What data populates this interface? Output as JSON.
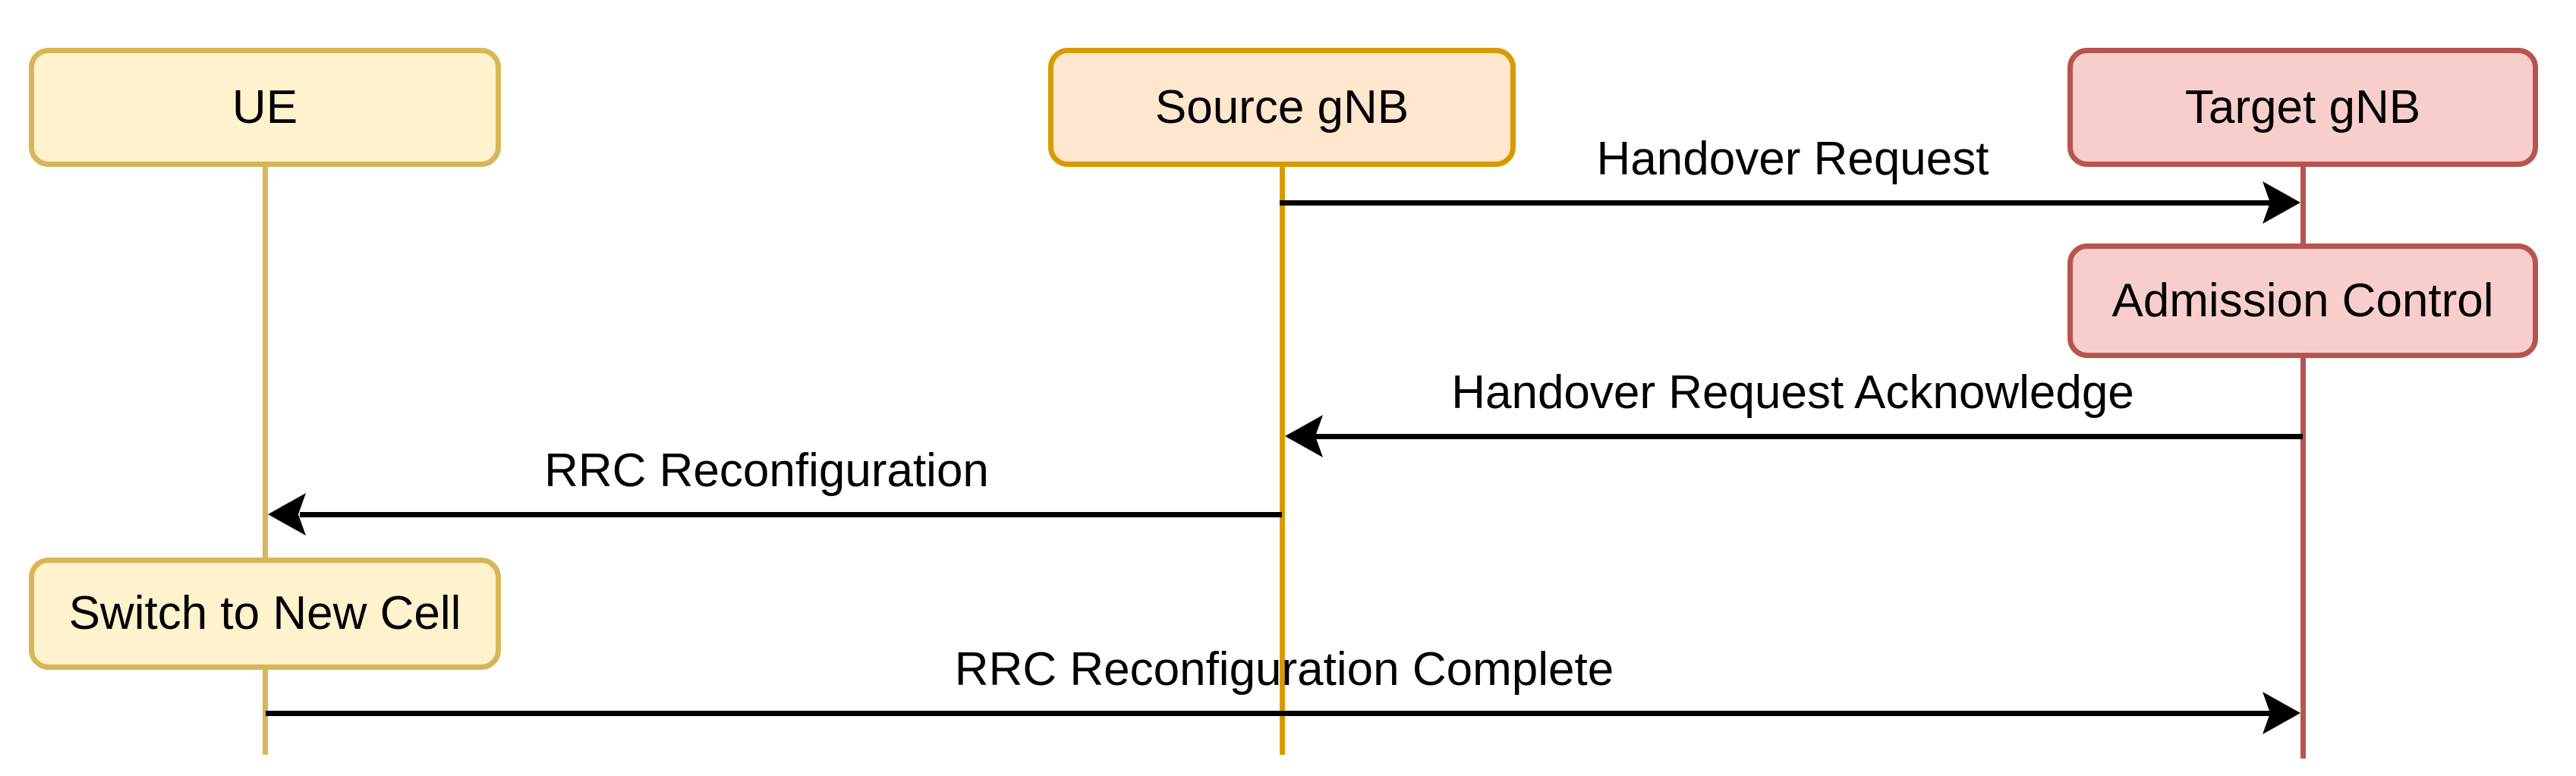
{
  "diagram_type": "sequence-diagram",
  "actors": [
    {
      "id": "ue",
      "label": "UE"
    },
    {
      "id": "source-gnb",
      "label": "Source gNB"
    },
    {
      "id": "target-gnb",
      "label": "Target gNB"
    }
  ],
  "process_boxes": [
    {
      "id": "admission-control",
      "label": "Admission Control",
      "actor": "target-gnb"
    },
    {
      "id": "switch-to-new-cell",
      "label": "Switch to New Cell",
      "actor": "ue"
    }
  ],
  "messages": [
    {
      "label": "Handover Request",
      "from": "source-gnb",
      "to": "target-gnb",
      "direction": "right"
    },
    {
      "label": "Handover Request Acknowledge",
      "from": "target-gnb",
      "to": "source-gnb",
      "direction": "left"
    },
    {
      "label": "RRC Reconfiguration",
      "from": "source-gnb",
      "to": "ue",
      "direction": "left"
    },
    {
      "label": "RRC Reconfiguration Complete",
      "from": "ue",
      "to": "target-gnb",
      "direction": "right"
    }
  ],
  "colors": {
    "background": "#FFFFFF",
    "ue_fill": "#FFF2CC",
    "ue_stroke": "#D6B656",
    "source_fill": "#FFE6CC",
    "source_stroke": "#D79B00",
    "target_fill": "#F8CECC",
    "target_stroke": "#B85450",
    "message_line": "#000000",
    "text": "#000000"
  }
}
